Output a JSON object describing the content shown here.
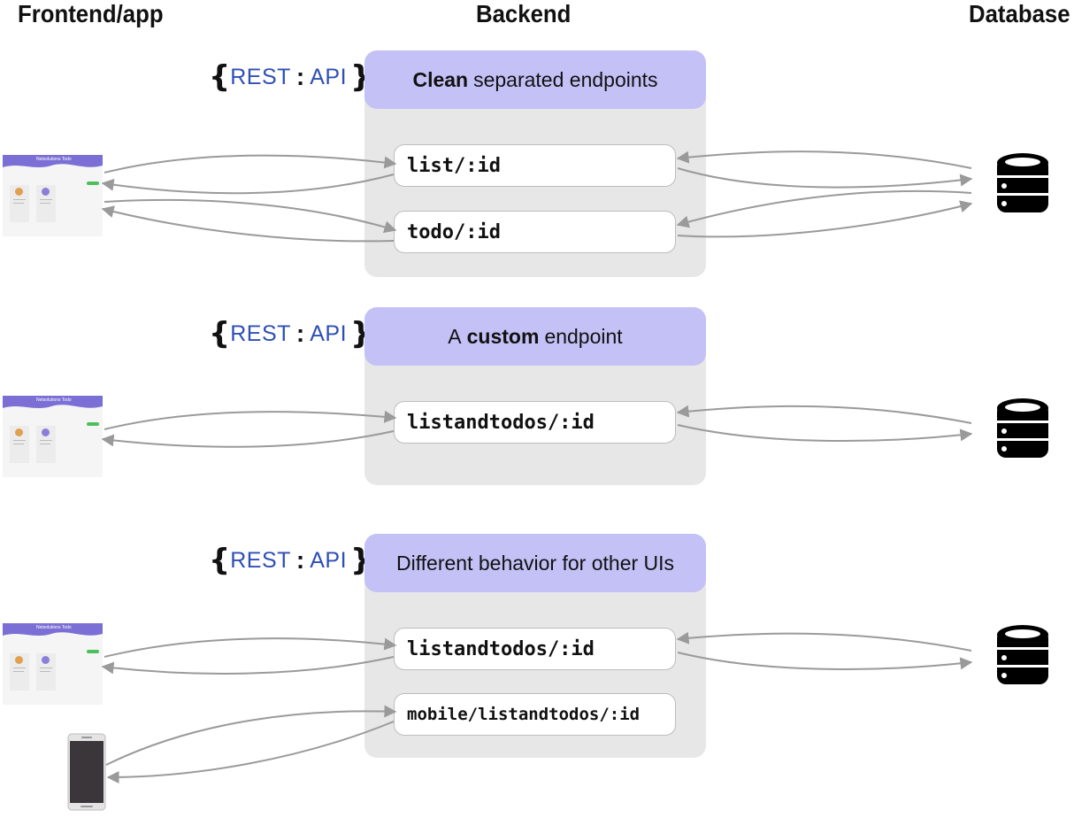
{
  "columns": {
    "frontend": "Frontend/app",
    "backend": "Backend",
    "database": "Database"
  },
  "rest_api": {
    "brace_open": "{",
    "rest": "REST",
    "colon": ":",
    "api": "API",
    "brace_close": "}"
  },
  "sections": [
    {
      "header_bold": "Clean",
      "header_rest": "separated endpoints",
      "endpoints": [
        "list/:id",
        "todo/:id"
      ]
    },
    {
      "header_prefix": "A",
      "header_bold": "custom",
      "header_rest": "endpoint",
      "endpoints": [
        "listandtodos/:id"
      ]
    },
    {
      "header_text": "Different behavior for other UIs",
      "endpoints": [
        "listandtodos/:id",
        "mobile/listandtodos/:id"
      ]
    }
  ],
  "app_thumbnail_title": "Netsolutions Todo",
  "colors": {
    "header": "#c3c1f6",
    "box": "#e7e7e7",
    "rest": "#2f4fb6",
    "arrow": "#9a9a9a",
    "thumb_bar": "#7b6fd6"
  },
  "icons": [
    "database-icon",
    "mobile-phone-icon",
    "app-screenshot-thumbnail"
  ]
}
